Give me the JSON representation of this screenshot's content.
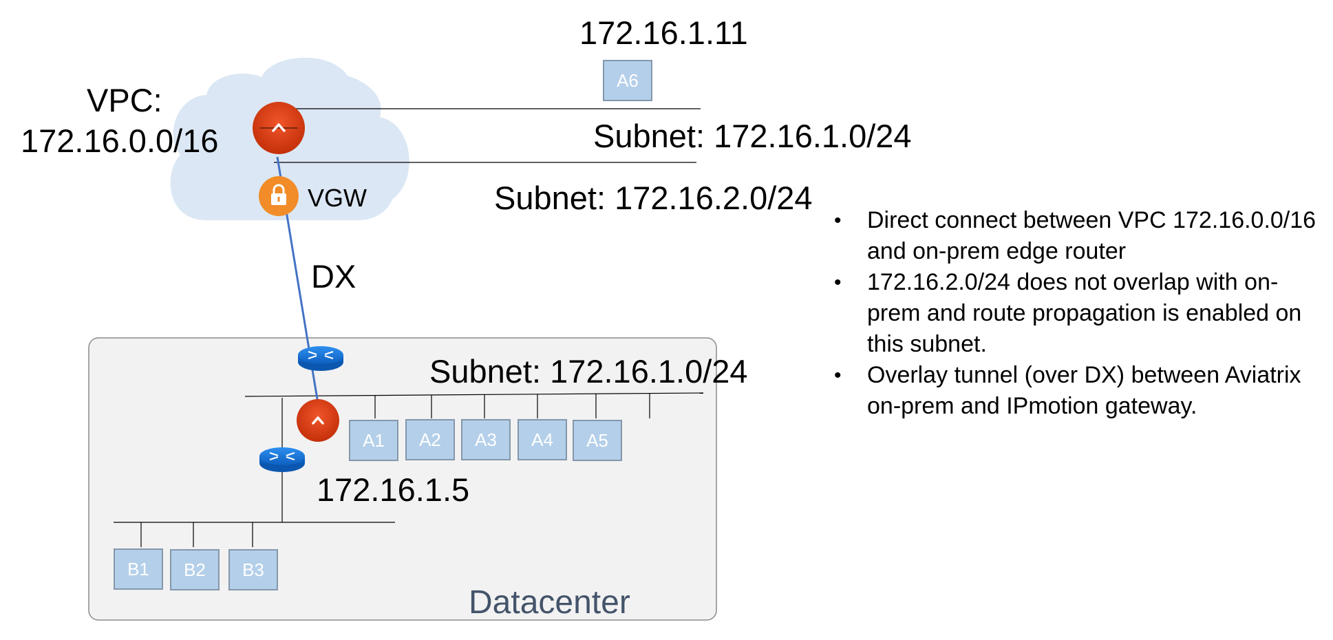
{
  "vpc": {
    "label_line1": "VPC:",
    "label_line2": "172.16.0.0/16",
    "subnet_1": "Subnet: 172.16.1.0/24",
    "subnet_2": "Subnet: 172.16.2.0/24",
    "host_ip": "172.16.1.11",
    "host": "A6",
    "vgw_label": "VGW"
  },
  "link": {
    "label": "DX"
  },
  "datacenter": {
    "label": "Datacenter",
    "subnet": "Subnet: 172.16.1.0/24",
    "gateway_ip": "172.16.1.5",
    "hosts_a": [
      "A1",
      "A2",
      "A3",
      "A4",
      "A5"
    ],
    "hosts_b": [
      "B1",
      "B2",
      "B3"
    ]
  },
  "notes": [
    "Direct connect between VPC 172.16.0.0/16 and on-prem edge router",
    "172.16.2.0/24 does not overlap with on-prem and route propagation is enabled on this subnet.",
    "Overlay tunnel (over DX) between Aviatrix on-prem and IPmotion gateway."
  ],
  "colors": {
    "cloud": "#dbe7f4",
    "datacenter_box": "#f2f2f2",
    "host_fill": "#b4cfe9",
    "aviatrix_orange": "#dd3d12",
    "vgw_orange": "#f28c28",
    "router_blue": "#1a73d9",
    "dx_line": "#4472c4",
    "datacenter_text": "#44546a"
  }
}
